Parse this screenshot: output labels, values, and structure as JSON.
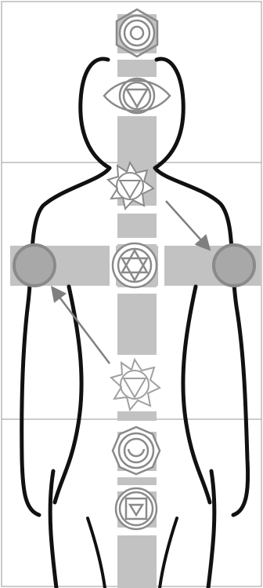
{
  "figure": {
    "kind": "body-energy-diagram",
    "colors": {
      "background": "#ffffff",
      "outline": "#111111",
      "frame": "#9a9a9a",
      "channel": "#c2c2c2",
      "symbol": "#8a8a8a",
      "node_fill": "#a8a8a8",
      "arrow": "#7f7f7f"
    },
    "sections": [
      "head",
      "torso",
      "lower-body"
    ],
    "chakra_symbols": [
      {
        "name": "crown",
        "style": "lotus-circle"
      },
      {
        "name": "third-eye",
        "style": "eye-triangle-down"
      },
      {
        "name": "throat",
        "style": "star-triangle-down"
      },
      {
        "name": "heart",
        "style": "hexagram-circle"
      },
      {
        "name": "solar-plexus",
        "style": "star-triangle-down"
      },
      {
        "name": "sacral",
        "style": "crescent-circle"
      },
      {
        "name": "root",
        "style": "square-triangle-down"
      }
    ],
    "side_nodes": [
      "left-shoulder-node",
      "right-shoulder-node"
    ],
    "arrows": [
      {
        "name": "throat-to-right-arm",
        "direction": "down-right"
      },
      {
        "name": "solar-plexus-to-left-arm",
        "direction": "up-left"
      }
    ]
  }
}
